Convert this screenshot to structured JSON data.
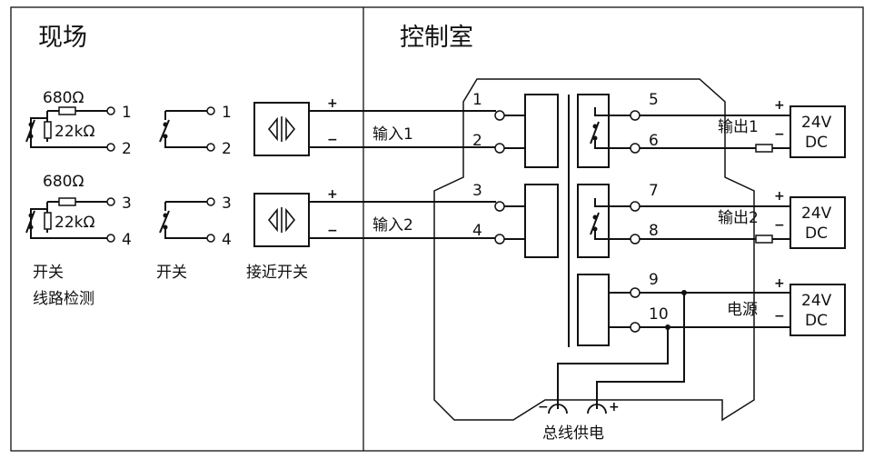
{
  "panels": {
    "field": "现场",
    "control": "控制室"
  },
  "field": {
    "group1": {
      "resistor_series": "680Ω",
      "resistor_parallel": "22kΩ",
      "term_a": "1",
      "term_b": "2"
    },
    "group2": {
      "resistor_series": "680Ω",
      "resistor_parallel": "22kΩ",
      "term_a": "3",
      "term_b": "4"
    },
    "switch1": {
      "term_a": "1",
      "term_b": "2"
    },
    "switch2": {
      "term_a": "3",
      "term_b": "4"
    },
    "caption_line_detect_1": "开关",
    "caption_line_detect_2": "线路检测",
    "caption_switch": "开关",
    "caption_proximity": "接近开关"
  },
  "wiring": {
    "in1_plus": "+",
    "in1_minus": "−",
    "in1_label": "输入1",
    "in2_plus": "+",
    "in2_minus": "−",
    "in2_label": "输入2"
  },
  "module": {
    "terminals": {
      "t1": "1",
      "t2": "2",
      "t3": "3",
      "t4": "4",
      "t5": "5",
      "t6": "6",
      "t7": "7",
      "t8": "8",
      "t9": "9",
      "t10": "10"
    },
    "bus": {
      "minus": "−",
      "plus": "+",
      "label": "总线供电"
    }
  },
  "outputs": {
    "out1": {
      "label": "输出1",
      "plus": "+",
      "minus": "−",
      "load_line1": "24V",
      "load_line2": "DC"
    },
    "out2": {
      "label": "输出2",
      "plus": "+",
      "minus": "−",
      "load_line1": "24V",
      "load_line2": "DC"
    },
    "power": {
      "label": "电源",
      "plus": "+",
      "minus": "−",
      "load_line1": "24V",
      "load_line2": "DC"
    }
  }
}
